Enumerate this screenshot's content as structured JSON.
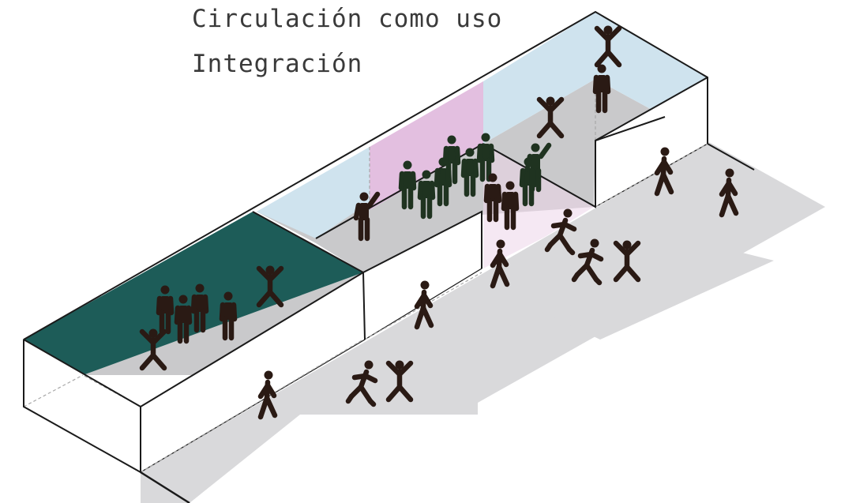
{
  "title": {
    "line1": "Circulación como uso",
    "line2": "Integración"
  },
  "colors": {
    "ground": "#d9d9db",
    "floor": "#c9c9cb",
    "wall_white": "#ffffff",
    "outline": "#1a1a1a",
    "dashed": "#a8a8a8",
    "teal": "#1d5c58",
    "light_blue": "#cfe3ee",
    "pink": "#e3bfe0",
    "pink_light": "#ecd6ea",
    "figure_dark": "#2a1a14",
    "figure_green": "#1f3320",
    "title_text": "#3a3a3a"
  },
  "zones": [
    {
      "name": "teal-zone",
      "color": "teal"
    },
    {
      "name": "light-blue-zone-left",
      "color": "light_blue"
    },
    {
      "name": "pink-zone",
      "color": "pink"
    },
    {
      "name": "light-blue-zone-right",
      "color": "light_blue"
    }
  ],
  "figures": [
    {
      "pose": "stand",
      "zone": "teal"
    },
    {
      "pose": "stand",
      "zone": "teal"
    },
    {
      "pose": "stand",
      "zone": "teal"
    },
    {
      "pose": "stand",
      "zone": "teal"
    },
    {
      "pose": "jump",
      "zone": "teal"
    },
    {
      "pose": "jump",
      "zone": "teal"
    },
    {
      "pose": "wave",
      "zone": "blue-left"
    },
    {
      "pose": "stand",
      "zone": "pink",
      "tint": "green"
    },
    {
      "pose": "stand",
      "zone": "pink",
      "tint": "green"
    },
    {
      "pose": "stand",
      "zone": "pink",
      "tint": "green"
    },
    {
      "pose": "stand",
      "zone": "pink",
      "tint": "green"
    },
    {
      "pose": "stand",
      "zone": "pink",
      "tint": "green"
    },
    {
      "pose": "stand",
      "zone": "pink",
      "tint": "green"
    },
    {
      "pose": "stand",
      "zone": "pink",
      "tint": "green"
    },
    {
      "pose": "stand",
      "zone": "pink"
    },
    {
      "pose": "stand",
      "zone": "pink"
    },
    {
      "pose": "wave",
      "zone": "pink",
      "tint": "green"
    },
    {
      "pose": "jump",
      "zone": "blue-right"
    },
    {
      "pose": "stand",
      "zone": "blue-right"
    },
    {
      "pose": "jump",
      "zone": "blue-right"
    },
    {
      "pose": "walk",
      "zone": "outside"
    },
    {
      "pose": "walk",
      "zone": "outside"
    },
    {
      "pose": "run",
      "zone": "outside"
    },
    {
      "pose": "run",
      "zone": "outside"
    },
    {
      "pose": "jump",
      "zone": "outside"
    },
    {
      "pose": "walk",
      "zone": "outside"
    },
    {
      "pose": "walk",
      "zone": "outside"
    },
    {
      "pose": "run",
      "zone": "outside"
    },
    {
      "pose": "jump",
      "zone": "outside"
    },
    {
      "pose": "walk",
      "zone": "outside"
    }
  ]
}
